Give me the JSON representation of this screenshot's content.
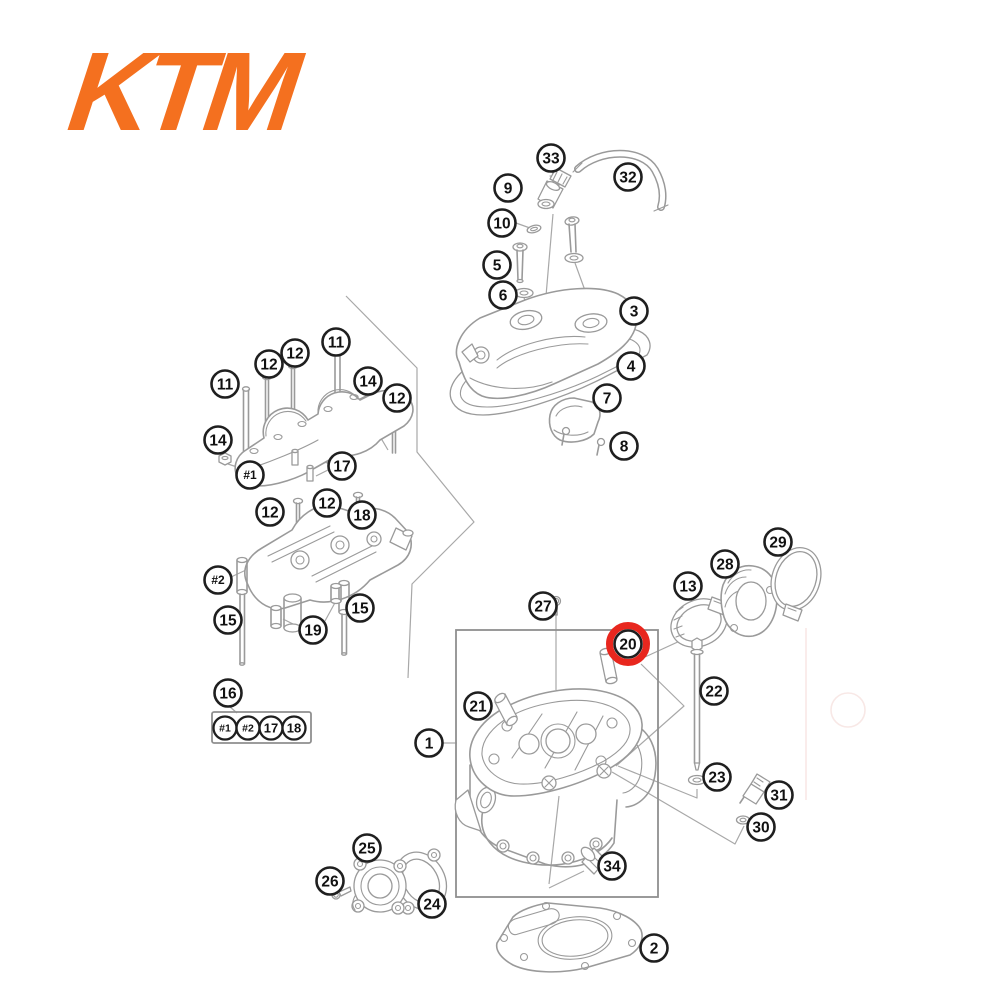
{
  "brand": {
    "logo_text": "KTM",
    "logo_color": "#F4701F"
  },
  "diagram": {
    "highlight": {
      "label": "20",
      "color": "#E8271E"
    },
    "line_art_color": "#9A9A9A",
    "callout_outline_color": "#1F1F1F",
    "background": "#FFFFFF"
  },
  "callouts": [
    {
      "label": "33"
    },
    {
      "label": "32"
    },
    {
      "label": "9"
    },
    {
      "label": "10"
    },
    {
      "label": "5"
    },
    {
      "label": "6"
    },
    {
      "label": "3"
    },
    {
      "label": "4"
    },
    {
      "label": "7"
    },
    {
      "label": "8"
    },
    {
      "label": "11"
    },
    {
      "label": "12"
    },
    {
      "label": "12"
    },
    {
      "label": "11"
    },
    {
      "label": "14"
    },
    {
      "label": "12"
    },
    {
      "label": "14"
    },
    {
      "label": "#1"
    },
    {
      "label": "17"
    },
    {
      "label": "12"
    },
    {
      "label": "12"
    },
    {
      "label": "18"
    },
    {
      "label": "#2"
    },
    {
      "label": "15"
    },
    {
      "label": "19"
    },
    {
      "label": "15"
    },
    {
      "label": "16"
    },
    {
      "label": "27"
    },
    {
      "label": "20"
    },
    {
      "label": "21"
    },
    {
      "label": "1"
    },
    {
      "label": "13"
    },
    {
      "label": "28"
    },
    {
      "label": "29"
    },
    {
      "label": "22"
    },
    {
      "label": "23"
    },
    {
      "label": "31"
    },
    {
      "label": "30"
    },
    {
      "label": "34"
    },
    {
      "label": "25"
    },
    {
      "label": "26"
    },
    {
      "label": "24"
    },
    {
      "label": "2"
    }
  ],
  "legend": {
    "items": [
      {
        "label": "#1"
      },
      {
        "label": "#2"
      },
      {
        "label": "17"
      },
      {
        "label": "18"
      }
    ]
  }
}
